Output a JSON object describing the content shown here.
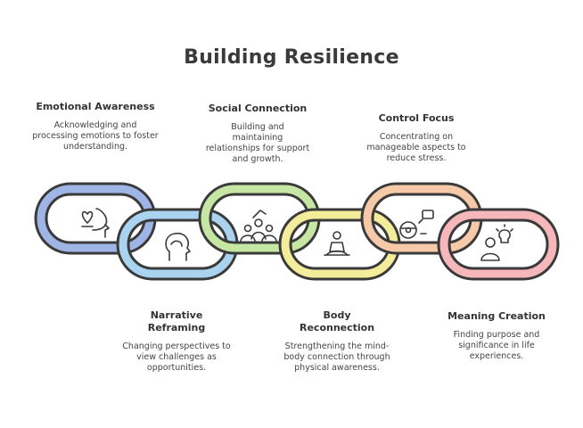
{
  "title": "Building Resilience",
  "items": [
    {
      "title": "Emotional Awareness",
      "desc": "Acknowledging and processing emotions to foster understanding.",
      "color": "#9fb5e6",
      "icon": "heart-head-icon"
    },
    {
      "title": "Narrative Reframing",
      "desc": "Changing perspectives to view challenges as opportunities.",
      "color": "#a9d3ef",
      "icon": "head-profile-icon"
    },
    {
      "title": "Social Connection",
      "desc": "Building and maintaining relationships for support and growth.",
      "color": "#c6e7a3",
      "icon": "people-group-icon"
    },
    {
      "title": "Body Reconnection",
      "desc": "Strengthening the mind-body connection through physical awareness.",
      "color": "#f3ec9a",
      "icon": "meditation-icon"
    },
    {
      "title": "Control Focus",
      "desc": "Concentrating on manageable aspects to reduce stress.",
      "color": "#f6c9a8",
      "icon": "steering-wheel-icon"
    },
    {
      "title": "Meaning Creation",
      "desc": "Finding purpose and significance in life experiences.",
      "color": "#f5b7b9",
      "icon": "lightbulb-person-icon"
    }
  ]
}
